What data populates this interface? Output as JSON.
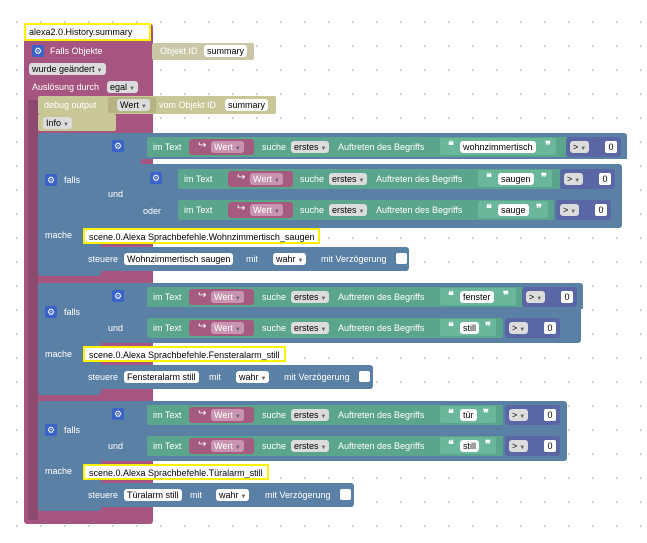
{
  "trigger": {
    "id": "alexa2.0.History.summary",
    "falls_objekte": "Falls Objekte",
    "objekt_id_label": "Objekt ID",
    "objekt_id_value": "summary",
    "wurde": "wurde geändert",
    "ausloesung": "Auslösung durch",
    "egal": "egal"
  },
  "debug": {
    "label": "debug output",
    "wert": "Wert",
    "vom": "vom Objekt ID",
    "summary": "summary",
    "level": "Info"
  },
  "labels": {
    "falls": "falls",
    "mache": "mache",
    "und": "und",
    "oder": "oder",
    "im_text": "im Text",
    "wert": "Wert",
    "suche": "suche",
    "erstes": "erstes",
    "auftreten": "Auftreten des Begriffs",
    "gt": ">",
    "zero": "0",
    "steuere": "steuere",
    "mit": "mit",
    "wahr": "wahr",
    "verzoegerung": "mit Verzögerung"
  },
  "blocks": [
    {
      "terms": [
        "wohnzimmertisch",
        "saugen",
        "sauge"
      ],
      "scene": "scene.0.Alexa Sprachbefehle.Wohnzimmertisch_saugen",
      "control": "Wohnzimmertisch saugen"
    },
    {
      "terms": [
        "fenster",
        "still"
      ],
      "scene": "scene.0.Alexa Sprachbefehle.Fensteralarm_still",
      "control": "Fensteralarm still"
    },
    {
      "terms": [
        "tür",
        "still"
      ],
      "scene": "scene.0.Alexa Sprachbefehle.Türalarm_still",
      "control": "Türalarm still"
    }
  ],
  "colors": {
    "trigger": "#a5557f",
    "logic": "#5b80a5",
    "text": "#5ba58c",
    "variable": "#a55b80",
    "compare": "#5b67a5",
    "highlight": "#fff200"
  }
}
